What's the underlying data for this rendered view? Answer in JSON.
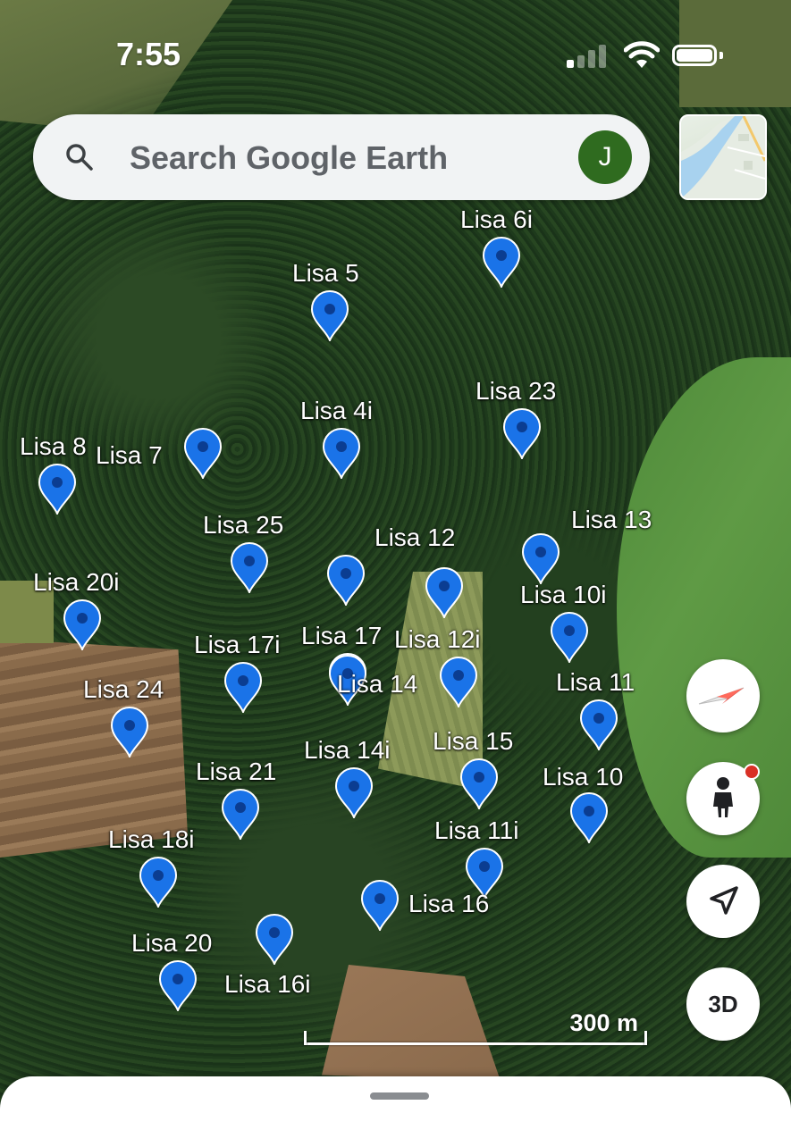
{
  "status_bar": {
    "time": "7:55"
  },
  "search": {
    "placeholder": "Search Google Earth",
    "avatar_initial": "J"
  },
  "markers": [
    {
      "label": "Lisa 6i"
    },
    {
      "label": "Lisa 5"
    },
    {
      "label": "Lisa 23"
    },
    {
      "label": "Lisa 4i"
    },
    {
      "label": "Lisa 8"
    },
    {
      "label": "Lisa 7"
    },
    {
      "label": "Lisa 25"
    },
    {
      "label": "Lisa 12"
    },
    {
      "label": "Lisa 13"
    },
    {
      "label": "Lisa 20i"
    },
    {
      "label": "Lisa 10i"
    },
    {
      "label": "Lisa 17i"
    },
    {
      "label": "Lisa 17"
    },
    {
      "label": "Lisa 12i"
    },
    {
      "label": "Lisa 24"
    },
    {
      "label": "Lisa 14"
    },
    {
      "label": "Lisa 11"
    },
    {
      "label": "Lisa 14i"
    },
    {
      "label": "Lisa 15"
    },
    {
      "label": "Lisa 21"
    },
    {
      "label": "Lisa 10"
    },
    {
      "label": "Lisa 18i"
    },
    {
      "label": "Lisa 11i"
    },
    {
      "label": "Lisa 16"
    },
    {
      "label": "Lisa 20"
    },
    {
      "label": "Lisa 16i"
    },
    {
      "label": ""
    }
  ],
  "controls": {
    "three_d_label": "3D"
  },
  "scale": {
    "label": "300 m"
  },
  "colors": {
    "pin": "#1a73e8",
    "pin_dot": "#0b3d91",
    "compass_red": "#e8453c"
  }
}
